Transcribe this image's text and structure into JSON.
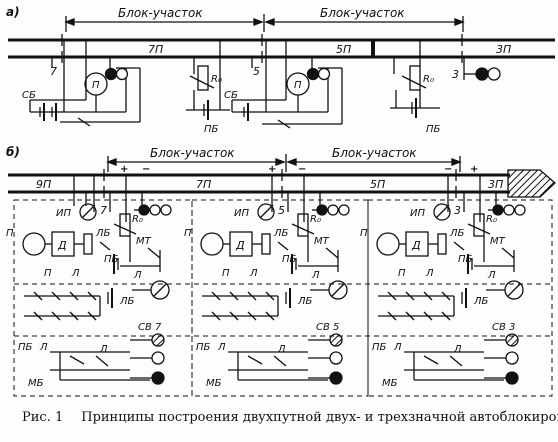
{
  "part_a": {
    "label": "а)",
    "block_labels": [
      "Блок-участок",
      "Блок-участок"
    ],
    "tracks": [
      "7П",
      "5П",
      "3П"
    ],
    "signals": [
      "7",
      "5",
      "3"
    ],
    "devices": {
      "battery": "СБ",
      "relay": "П",
      "resistor": "R₀",
      "battery2": "ПБ"
    }
  },
  "part_b": {
    "label": "б)",
    "block_labels": [
      "Блок-участок",
      "Блок-участок"
    ],
    "tracks": [
      "9П",
      "7П",
      "5П",
      "3П"
    ],
    "signals": [
      "7",
      "5",
      "3"
    ],
    "signal_names": [
      "СВ 7",
      "СВ 5",
      "СВ 3"
    ],
    "devices": {
      "meter": "ИП",
      "resistor": "R₀",
      "transmitter": "МТ",
      "decoder": "Д",
      "relay_p": "П",
      "relay_l": "Л",
      "lb": "ЛБ",
      "pb": "ПБ",
      "mb": "МБ",
      "p1": "П₁",
      "l1": "Л₁"
    },
    "polarity": [
      "+",
      "−"
    ]
  },
  "caption": {
    "figure": "Рис. 1",
    "text": "Принципы построения двухпутной двух- и трехзначной автоблокировки"
  }
}
